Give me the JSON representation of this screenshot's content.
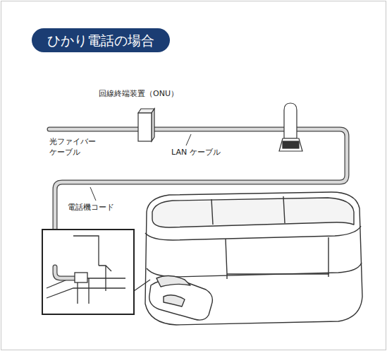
{
  "diagram": {
    "title": "ひかり電話の場合",
    "labels": [
      "回線終端装置（ONU）",
      "光ファイバー ケーブル",
      "LAN ケーブル",
      "電話機コード"
    ]
  }
}
